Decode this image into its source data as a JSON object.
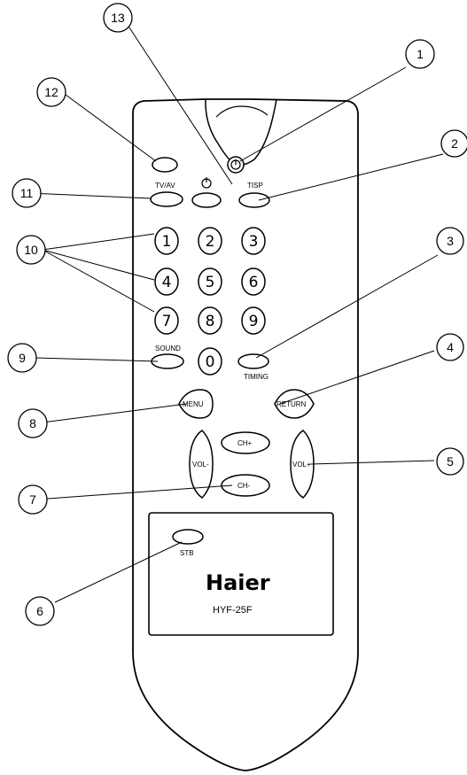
{
  "remote": {
    "brand": "Haier",
    "model": "HYF-25F",
    "labels": {
      "tv_av": "TV/AV",
      "tisp": "TISP",
      "sound": "SOUND",
      "timing": "TIMING",
      "menu": "MENU",
      "return": "RETURN",
      "ch_up": "CH+",
      "ch_down": "CH-",
      "vol_down": "VOL-",
      "vol_up": "VOL+",
      "stb": "STB"
    },
    "digits": [
      "1",
      "2",
      "3",
      "4",
      "5",
      "6",
      "7",
      "8",
      "9",
      "0"
    ]
  },
  "callouts": [
    "1",
    "2",
    "3",
    "4",
    "5",
    "6",
    "7",
    "8",
    "9",
    "10",
    "11",
    "12",
    "13"
  ],
  "colors": {
    "stroke": "#000000",
    "fill": "#ffffff"
  }
}
